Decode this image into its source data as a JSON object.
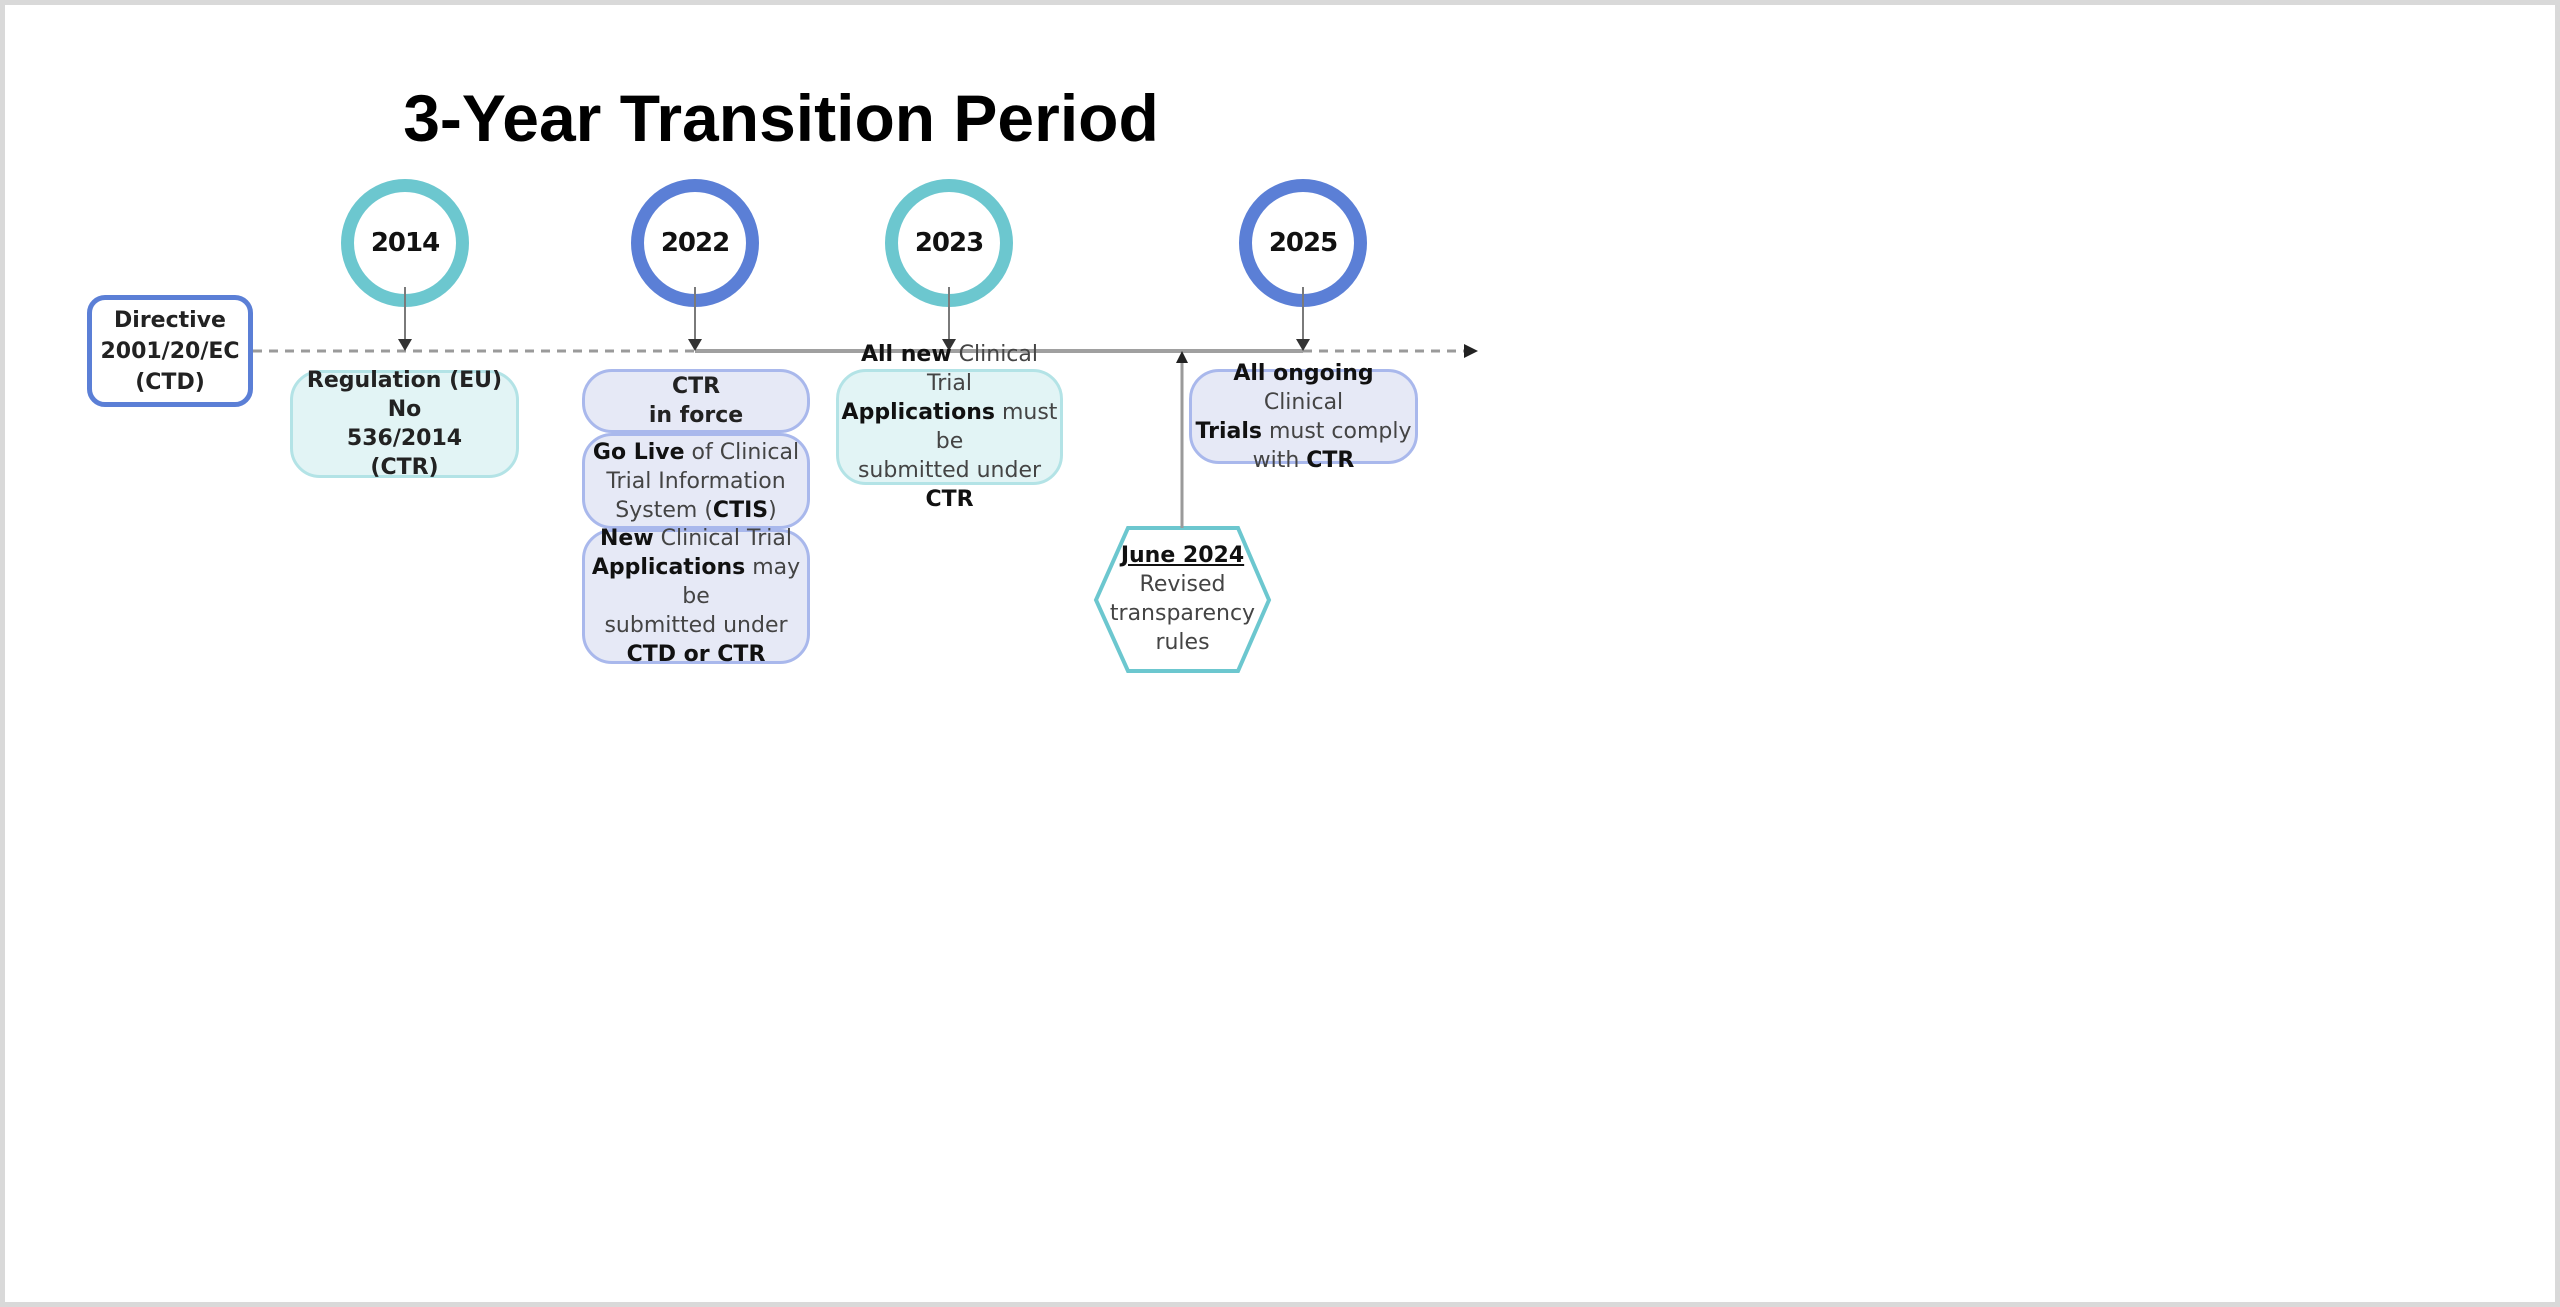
{
  "title": "3-Year Transition Period",
  "colors": {
    "teal": "#6cc7cf",
    "blue": "#5b7fd6",
    "teal_fill": "#e2f4f5",
    "blue_fill": "#e6e9f6",
    "frame": "#d9d9d9"
  },
  "start_box": {
    "line1": "Directive",
    "line2": "2001/20/EC",
    "line3": "(CTD)"
  },
  "milestones": [
    {
      "year": "2014",
      "color": "teal",
      "boxes": [
        {
          "lines": [
            "Regulation (EU) No",
            "536/2014",
            "(CTR)"
          ]
        }
      ]
    },
    {
      "year": "2022",
      "color": "blue",
      "boxes": [
        {
          "lines": [
            "CTR",
            "in force"
          ]
        },
        {
          "bold1": "Go Live",
          "text1": " of Clinical",
          "line2": "Trial Information",
          "text3": "System (",
          "bold3": "CTIS",
          "text3b": ")"
        },
        {
          "bold1": "New",
          "text1": " Clinical Trial",
          "bold2": "Applications",
          "text2": " may be",
          "line3": "submitted under",
          "bold4": "CTD or CTR"
        }
      ]
    },
    {
      "year": "2023",
      "color": "teal",
      "boxes": [
        {
          "bold1": "All new",
          "text1": " Clinical Trial",
          "bold2": "Applications",
          "text2": " must be",
          "text3": "submitted under ",
          "bold3": "CTR"
        }
      ]
    },
    {
      "year": "2025",
      "color": "blue",
      "boxes": [
        {
          "bold1": "All ongoing",
          "text1": " Clinical",
          "bold2": "Trials",
          "text2": " must comply",
          "text3": "with ",
          "bold3": "CTR"
        }
      ]
    }
  ],
  "side_event": {
    "date": "June 2024",
    "lines": [
      "Revised",
      "transparency",
      "rules"
    ]
  }
}
